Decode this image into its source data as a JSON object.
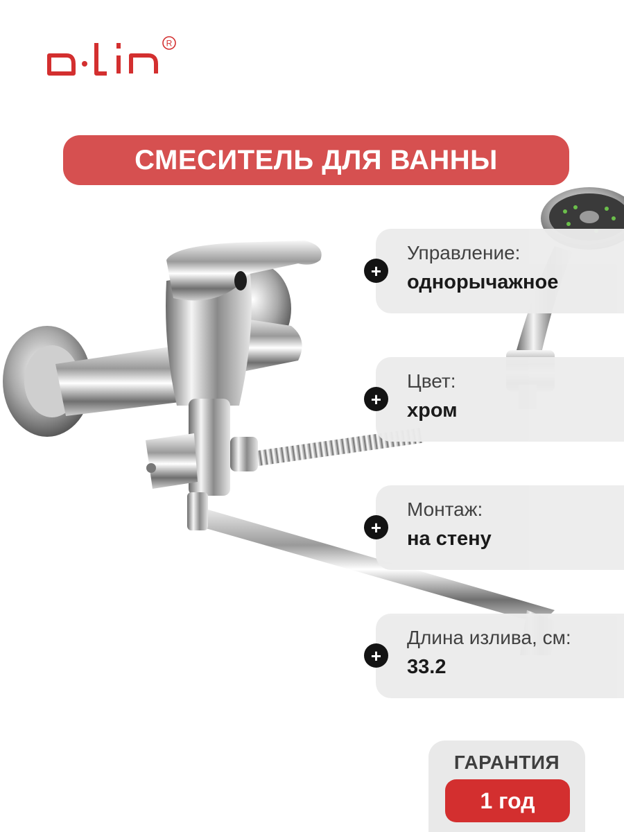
{
  "brand": {
    "logo_text": "d·lin",
    "registered_mark": "®",
    "color": "#d32f2f"
  },
  "title": "СМЕСИТЕЛЬ ДЛЯ ВАННЫ",
  "features": [
    {
      "label": "Управление:",
      "value": "однорычажное"
    },
    {
      "label": "Цвет:",
      "value": "хром"
    },
    {
      "label": "Монтаж:",
      "value": "на стену"
    },
    {
      "label": "Длина излива, см:",
      "value": "33.2"
    }
  ],
  "warranty": {
    "label": "ГАРАНТИЯ",
    "value": "1 год"
  },
  "colors": {
    "title_bg": "#d65050",
    "card_bg": "#ececec",
    "warranty_bg": "#d32f2f"
  }
}
